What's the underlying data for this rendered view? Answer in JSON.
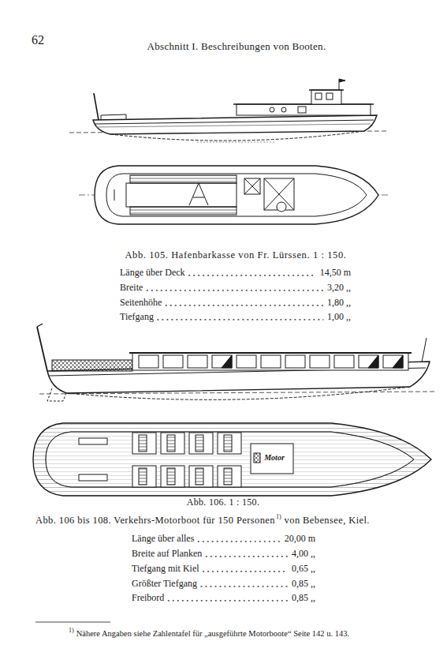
{
  "diagram": {
    "title": "Abschnitt I. Beschreibungen von Booten.",
    "labels": [
      "62",
      "Abb. 105. Hafenbarkasse von Fr. Lürssen. 1 : 150.",
      "Länge über Deck",
      "14,50 m",
      "Breite",
      "3,20 ,,",
      "Seitenhöhe",
      "1,80 ,,",
      "Tiefgang",
      "1,00 ,,",
      "Motor",
      "Abb. 106. 1 : 150.",
      "Abb. 106 bis 108. Verkehrs-Motorboot für 150 Personen",
      "1)",
      "von Bebensee, Kiel.",
      "Länge über alles",
      "20,00 m",
      "Breite auf Planken",
      "4,00 ,,",
      "Tiefgang mit Kiel",
      "0,65 ,,",
      "Größter Tiefgang",
      "0,85 ,,",
      "Freibord",
      "0,85 ,,",
      "1)",
      "Nähere Angaben siehe Zahlentafel für „ausgeführte Motorboote“ Seite 142 u. 143."
    ]
  }
}
